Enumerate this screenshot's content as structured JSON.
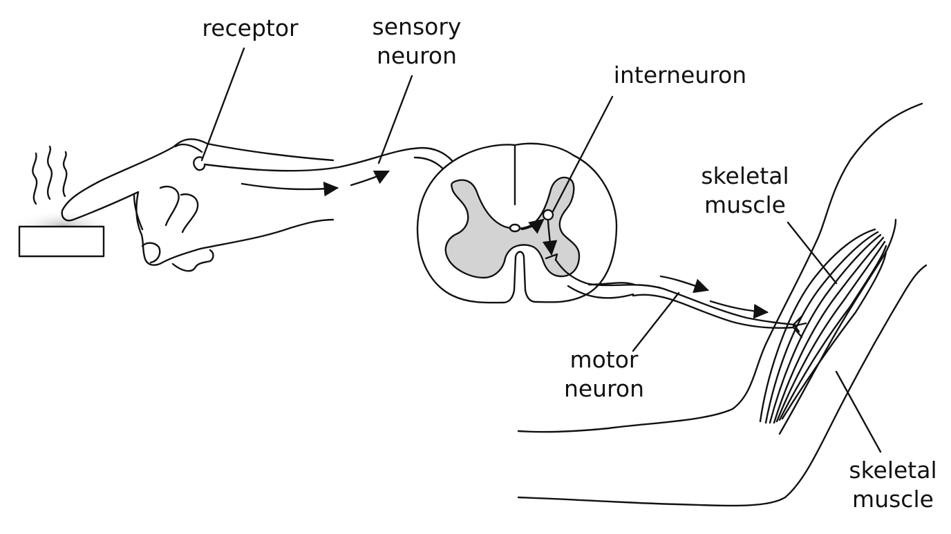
{
  "labels": {
    "receptor": "receptor",
    "sensory_neuron": [
      "sensory",
      "neuron"
    ],
    "interneuron": "interneuron",
    "skeletal_muscle_upper": [
      "skeletal",
      "muscle"
    ],
    "motor_neuron": [
      "motor",
      "neuron"
    ],
    "skeletal_muscle_lower": [
      "skeletal",
      "muscle"
    ]
  },
  "colors": {
    "ink": "#111111",
    "grey_matter": "#d3d3d3",
    "heat_glow": "#c8c8c8"
  }
}
